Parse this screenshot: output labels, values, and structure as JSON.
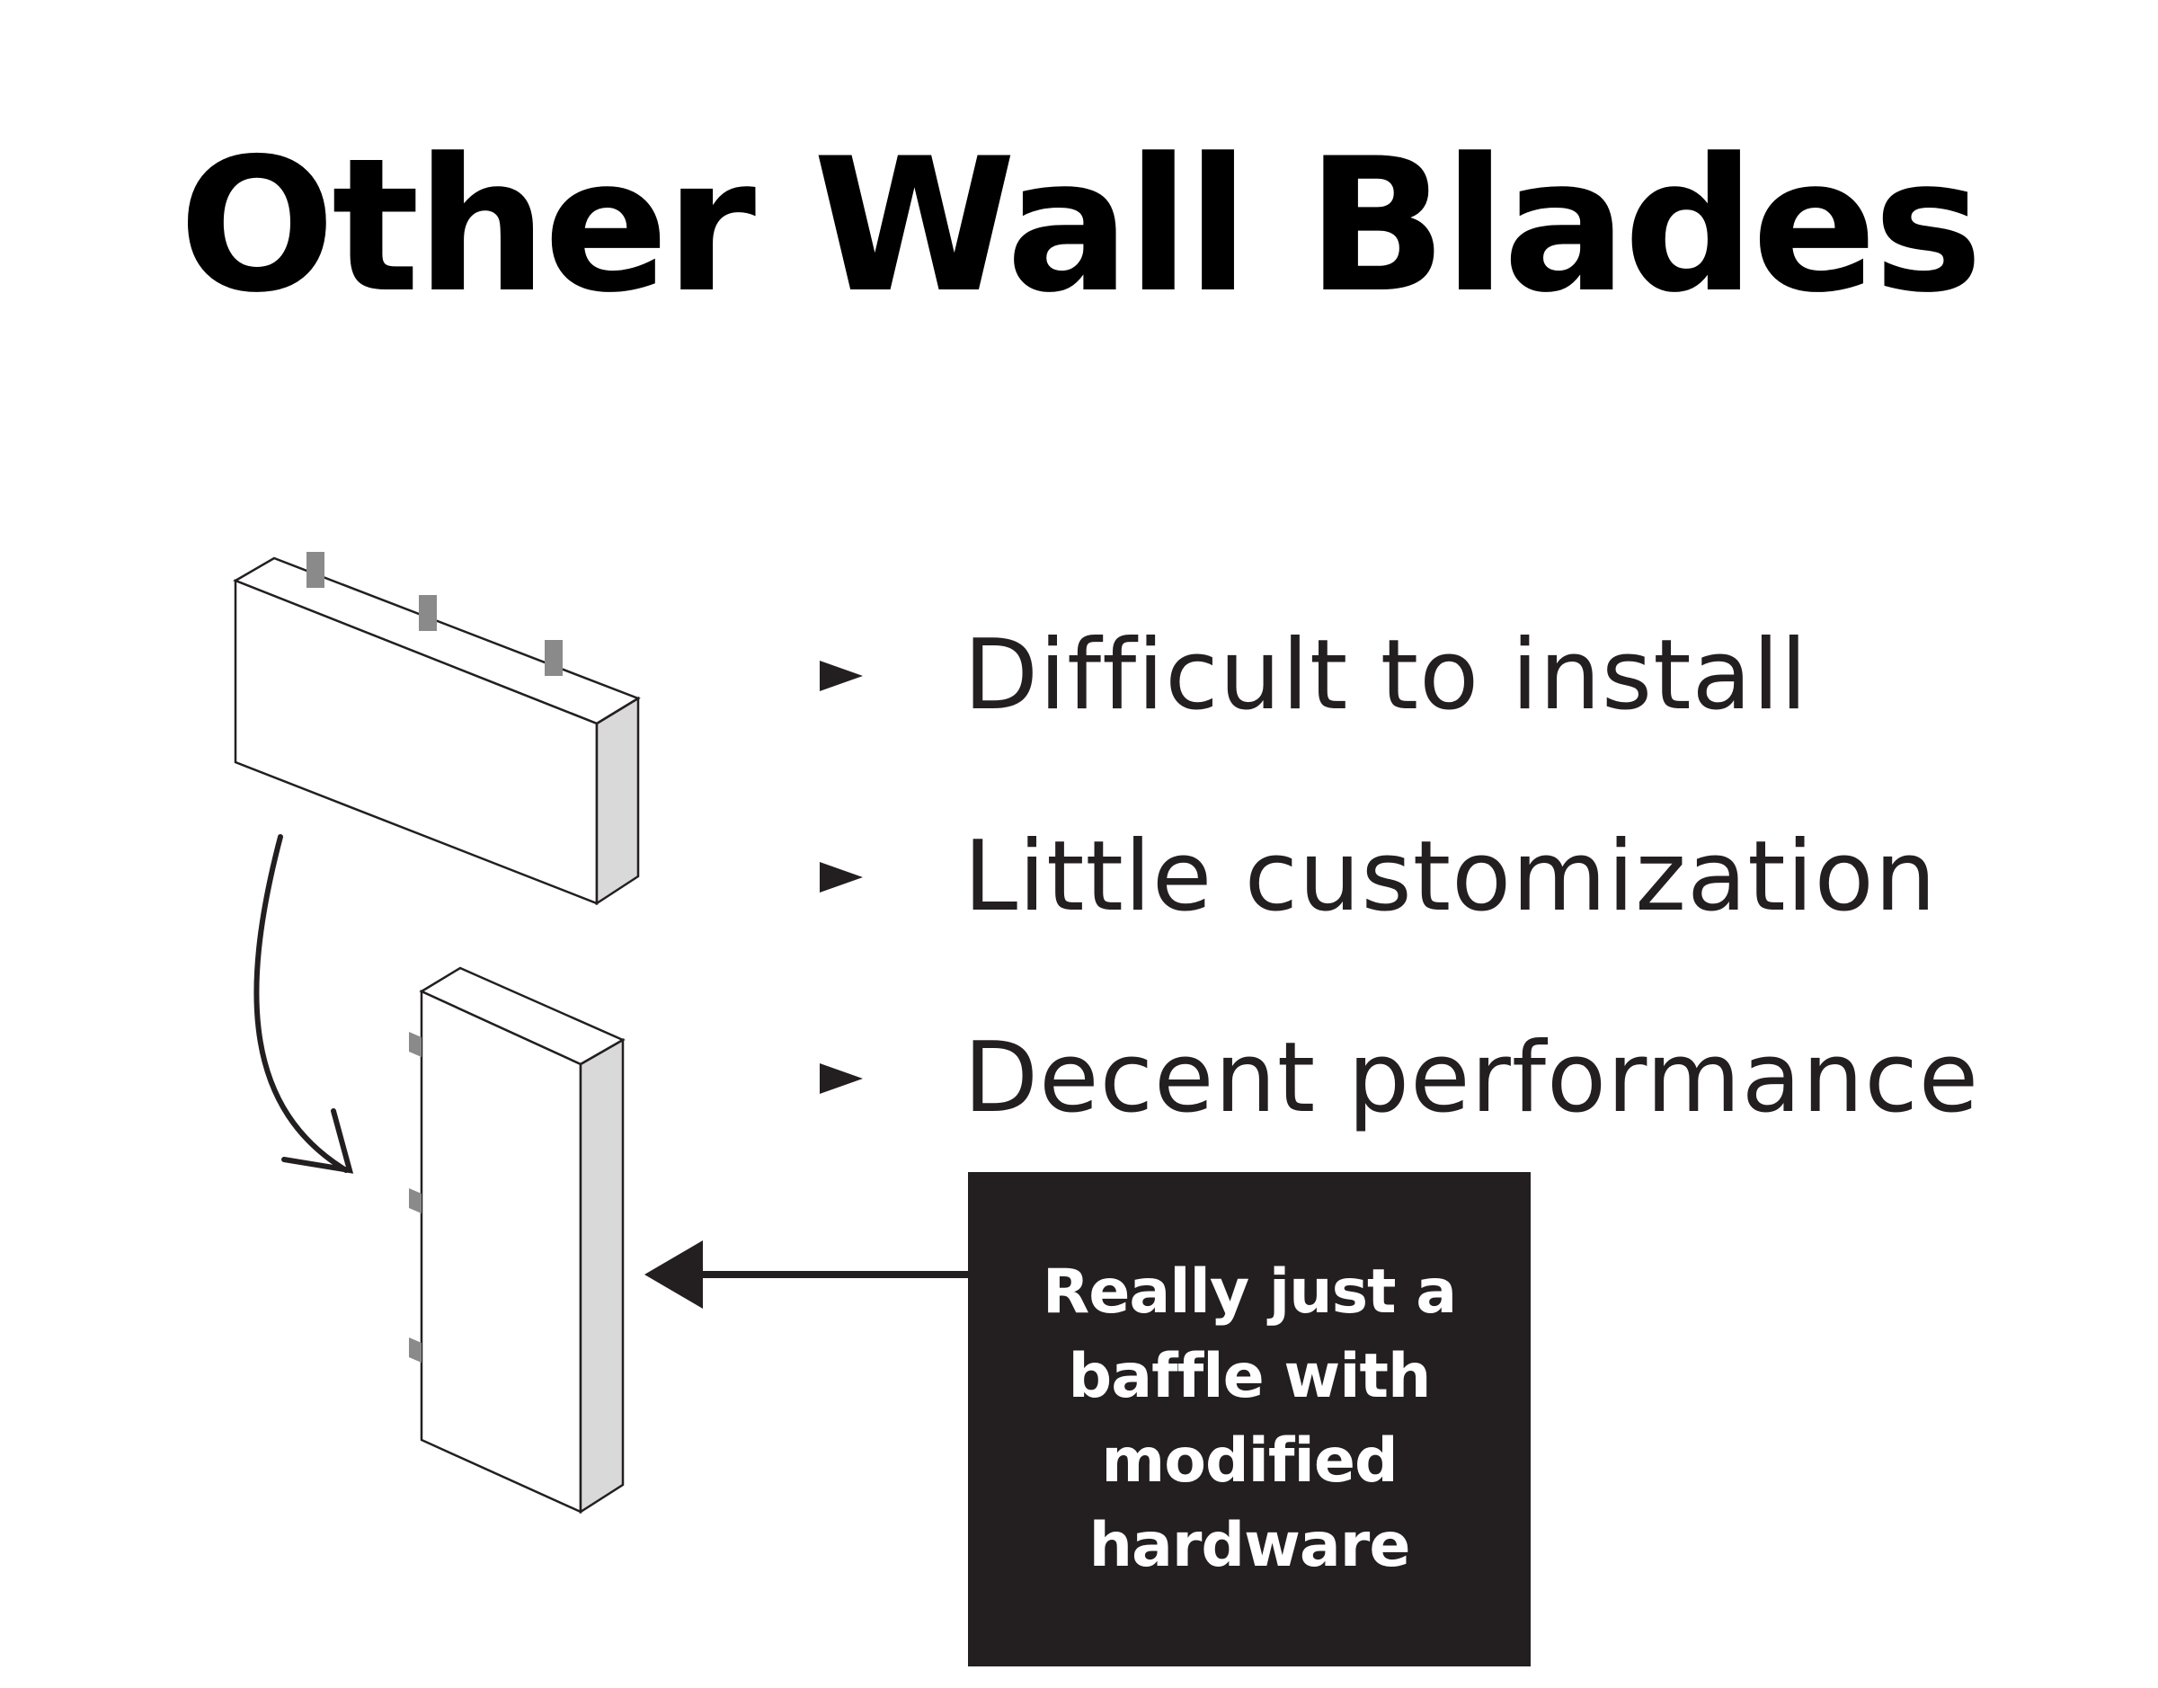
{
  "slide": {
    "title": "Other Wall Blades",
    "bullets": [
      {
        "text": "Difficult to install"
      },
      {
        "text": "Little customization"
      },
      {
        "text": "Decent performance"
      }
    ],
    "callout": {
      "text": "Really just a baffle with modified hardware"
    }
  },
  "colors": {
    "text": "#231f20",
    "callout_background": "#231f20",
    "callout_text": "#ffffff",
    "panel_side": "#d9d9d9",
    "hardware": "#8a8a8a"
  },
  "icons": {
    "bullet": "triangle-right-icon",
    "flip": "curved-arrow-icon",
    "pointer": "left-arrow-icon"
  }
}
